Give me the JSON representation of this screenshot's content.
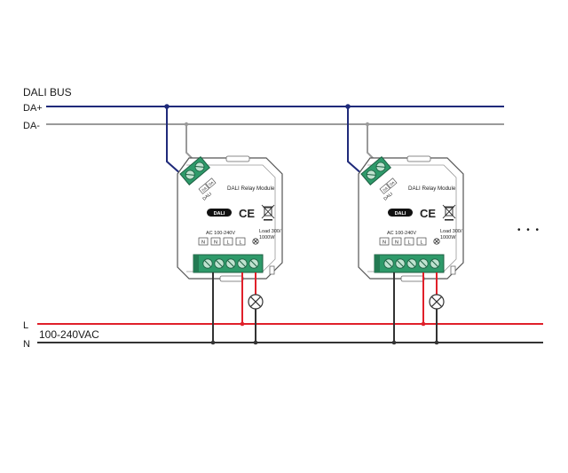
{
  "bus": {
    "title": "DALI BUS",
    "da_plus": "DA+",
    "da_minus": "DA-"
  },
  "mains": {
    "l": "L",
    "n": "N",
    "voltage": "100-240VAC"
  },
  "module": {
    "name": "DALI Relay Module",
    "input": "AC 100-240V",
    "load_line1": "Load 300/",
    "load_line2": "1000W",
    "brand_mark": "DALI",
    "ce_mark": "CE",
    "dali_terminal_label": "DALI",
    "dali_terminals": [
      "DA",
      "DA"
    ],
    "power_terminals": [
      "N",
      "N",
      "L",
      "L"
    ]
  },
  "continuation": "• • •",
  "colors": {
    "da_plus": "#1f2a7a",
    "da_minus": "#9a9a9a",
    "line": "#e0202a",
    "neutral": "#333333",
    "terminal_green": "#2e9a6a"
  },
  "icons": [
    "lamp-icon",
    "weee-bin-icon",
    "ce-mark-icon",
    "dali-logo-icon"
  ]
}
